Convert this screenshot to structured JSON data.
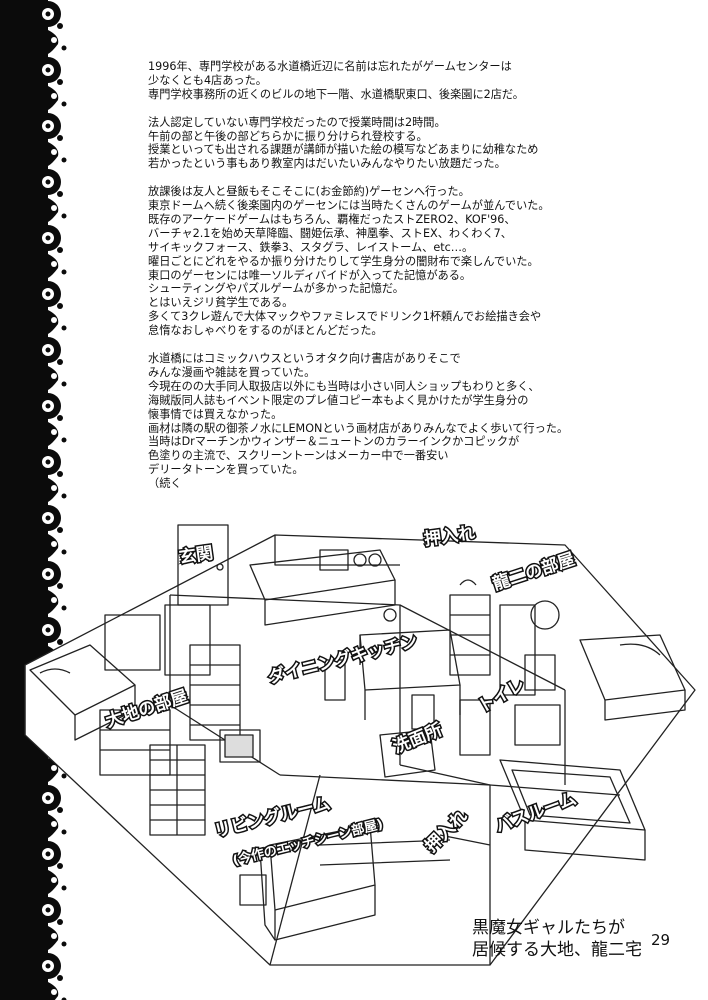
{
  "text": {
    "paragraphs": [
      [
        "1996年、専門学校がある水道橋近辺に名前は忘れたがゲームセンターは",
        "少なくとも4店あった。",
        "専門学校事務所の近くのビルの地下一階、水道橋駅東口、後楽園に2店だ。"
      ],
      [
        "法人認定していない専門学校だったので授業時間は2時間。",
        "午前の部と午後の部どちらかに振り分けられ登校する。",
        "授業といっても出される課題が講師が描いた絵の模写などあまりに幼稚なため",
        "若かったという事もあり教室内はだいたいみんなやりたい放題だった。"
      ],
      [
        "放課後は友人と昼飯もそこそこに(お金節約)ゲーセンへ行った。",
        "東京ドームへ続く後楽園内のゲーセンには当時たくさんのゲームが並んでいた。",
        "既存のアーケードゲームはもちろん、覇権だったストZERO2、KOF'96、",
        "バーチャ2.1を始め天草降臨、闘姫伝承、神凰拳、ストEX、わくわく7、",
        "サイキックフォース、鉄拳3、スタグラ、レイストーム、etc…。",
        "曜日ごとにどれをやるか振り分けたりして学生身分の闇財布で楽しんでいた。",
        "東口のゲーセンには唯一ソルディバイドが入ってた記憶がある。",
        "シューティングやパズルゲームが多かった記憶だ。",
        "とはいえジリ貧学生である。",
        "多くて3クレ遊んで大体マックやファミレスでドリンク1杯頼んでお絵描き会や",
        "怠惰なおしゃべりをするのがほとんどだった。"
      ],
      [
        "水道橋にはコミックハウスというオタク向け書店がありそこで",
        "みんな漫画や雑誌を買っていた。",
        "今現在のの大手同人取扱店以外にも当時は小さい同人ショップもわりと多く、",
        "海賊版同人誌もイベント限定のプレ値コピー本もよく見かけたが学生身分の",
        "懐事情では買えなかった。",
        "画材は隣の駅の御茶ノ水にLEMONという画材店がありみんなでよく歩いて行った。",
        "当時はDrマーチンかウィンザー＆ニュートンのカラーインクかコピックが",
        "色塗りの主流で、スクリーントーンはメーカー中で一番安い",
        "デリータトーンを買っていた。",
        "（続く"
      ]
    ]
  },
  "floorplan": {
    "rooms": {
      "entrance": "玄関",
      "closet_top": "押入れ",
      "ryuji_room": "龍二の部屋",
      "dining_kitchen": "ダイニングキッチン",
      "daichi_room": "大地の部屋",
      "toilet": "トイレ",
      "washroom": "洗面所",
      "bathroom": "バスルーム",
      "closet_bottom": "押入れ",
      "living_room": "リビングルーム",
      "living_note": "(今作のエッチシーン部屋)"
    }
  },
  "caption": {
    "line1": "黒魔女ギャルたちが",
    "line2": "居候する大地、龍二宅"
  },
  "page_number": "29"
}
